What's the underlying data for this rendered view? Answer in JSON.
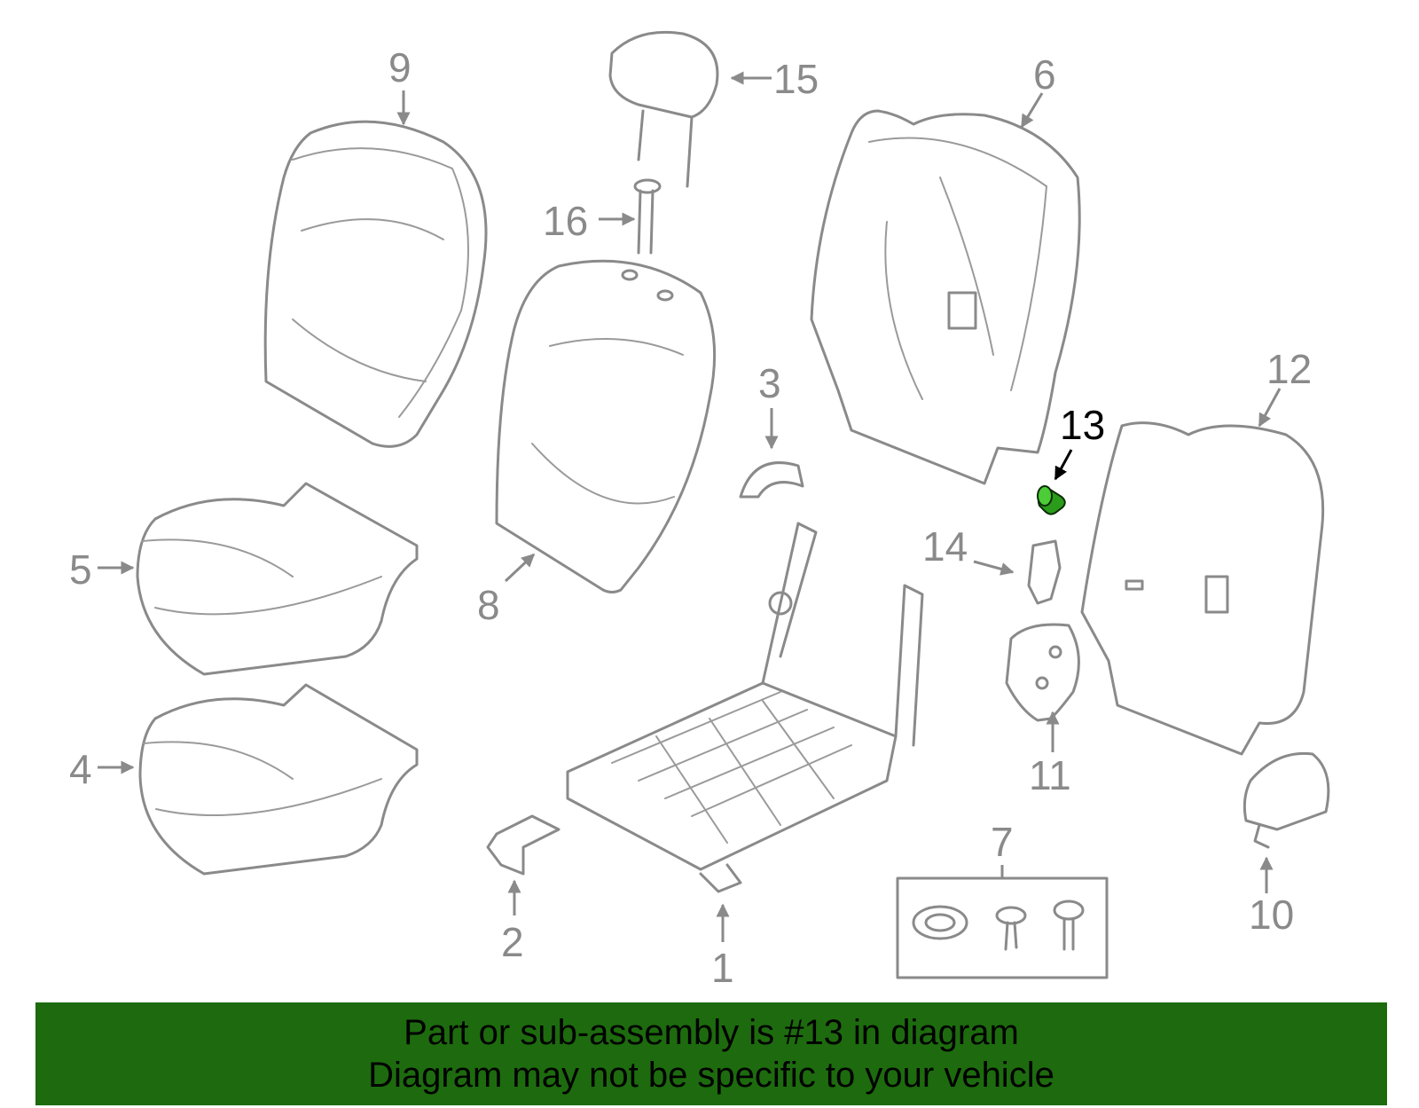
{
  "callouts": {
    "c1": "1",
    "c2": "2",
    "c3": "3",
    "c4": "4",
    "c5": "5",
    "c6": "6",
    "c7": "7",
    "c8": "8",
    "c9": "9",
    "c10": "10",
    "c11": "11",
    "c12": "12",
    "c13": "13",
    "c14": "14",
    "c15": "15",
    "c16": "16"
  },
  "highlight": {
    "part": "13",
    "color": "#1d6b0e"
  },
  "banner": {
    "line1": "Part or sub-assembly is #13 in diagram",
    "line2": "Diagram may not be specific to your vehicle",
    "background": "#1d6b0e"
  }
}
